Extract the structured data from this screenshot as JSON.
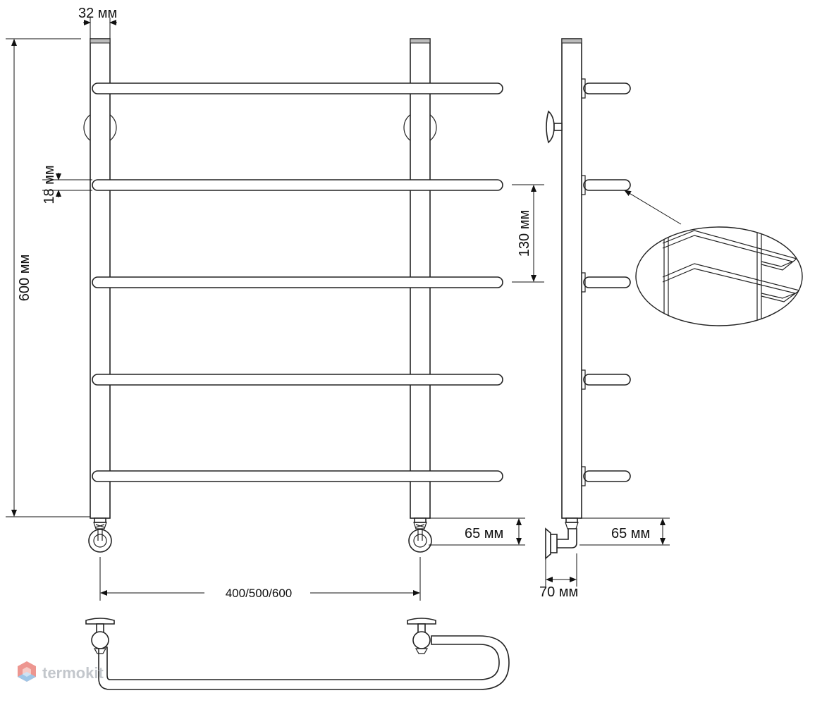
{
  "dimensions": {
    "pipe_diameter": "32 мм",
    "rung_diameter": "18 мм",
    "total_height": "600 мм",
    "rung_spacing": "130 мм",
    "connection_height_front": "65 мм",
    "connection_height_side": "65 мм",
    "center_distance": "400/500/600",
    "wall_offset": "70 мм"
  },
  "watermark": {
    "text": "termokit",
    "color": "#b0b5bc",
    "logo_colors": [
      "#e8746b",
      "#7fb3e0"
    ]
  },
  "colors": {
    "line": "#222222",
    "background": "#ffffff"
  }
}
